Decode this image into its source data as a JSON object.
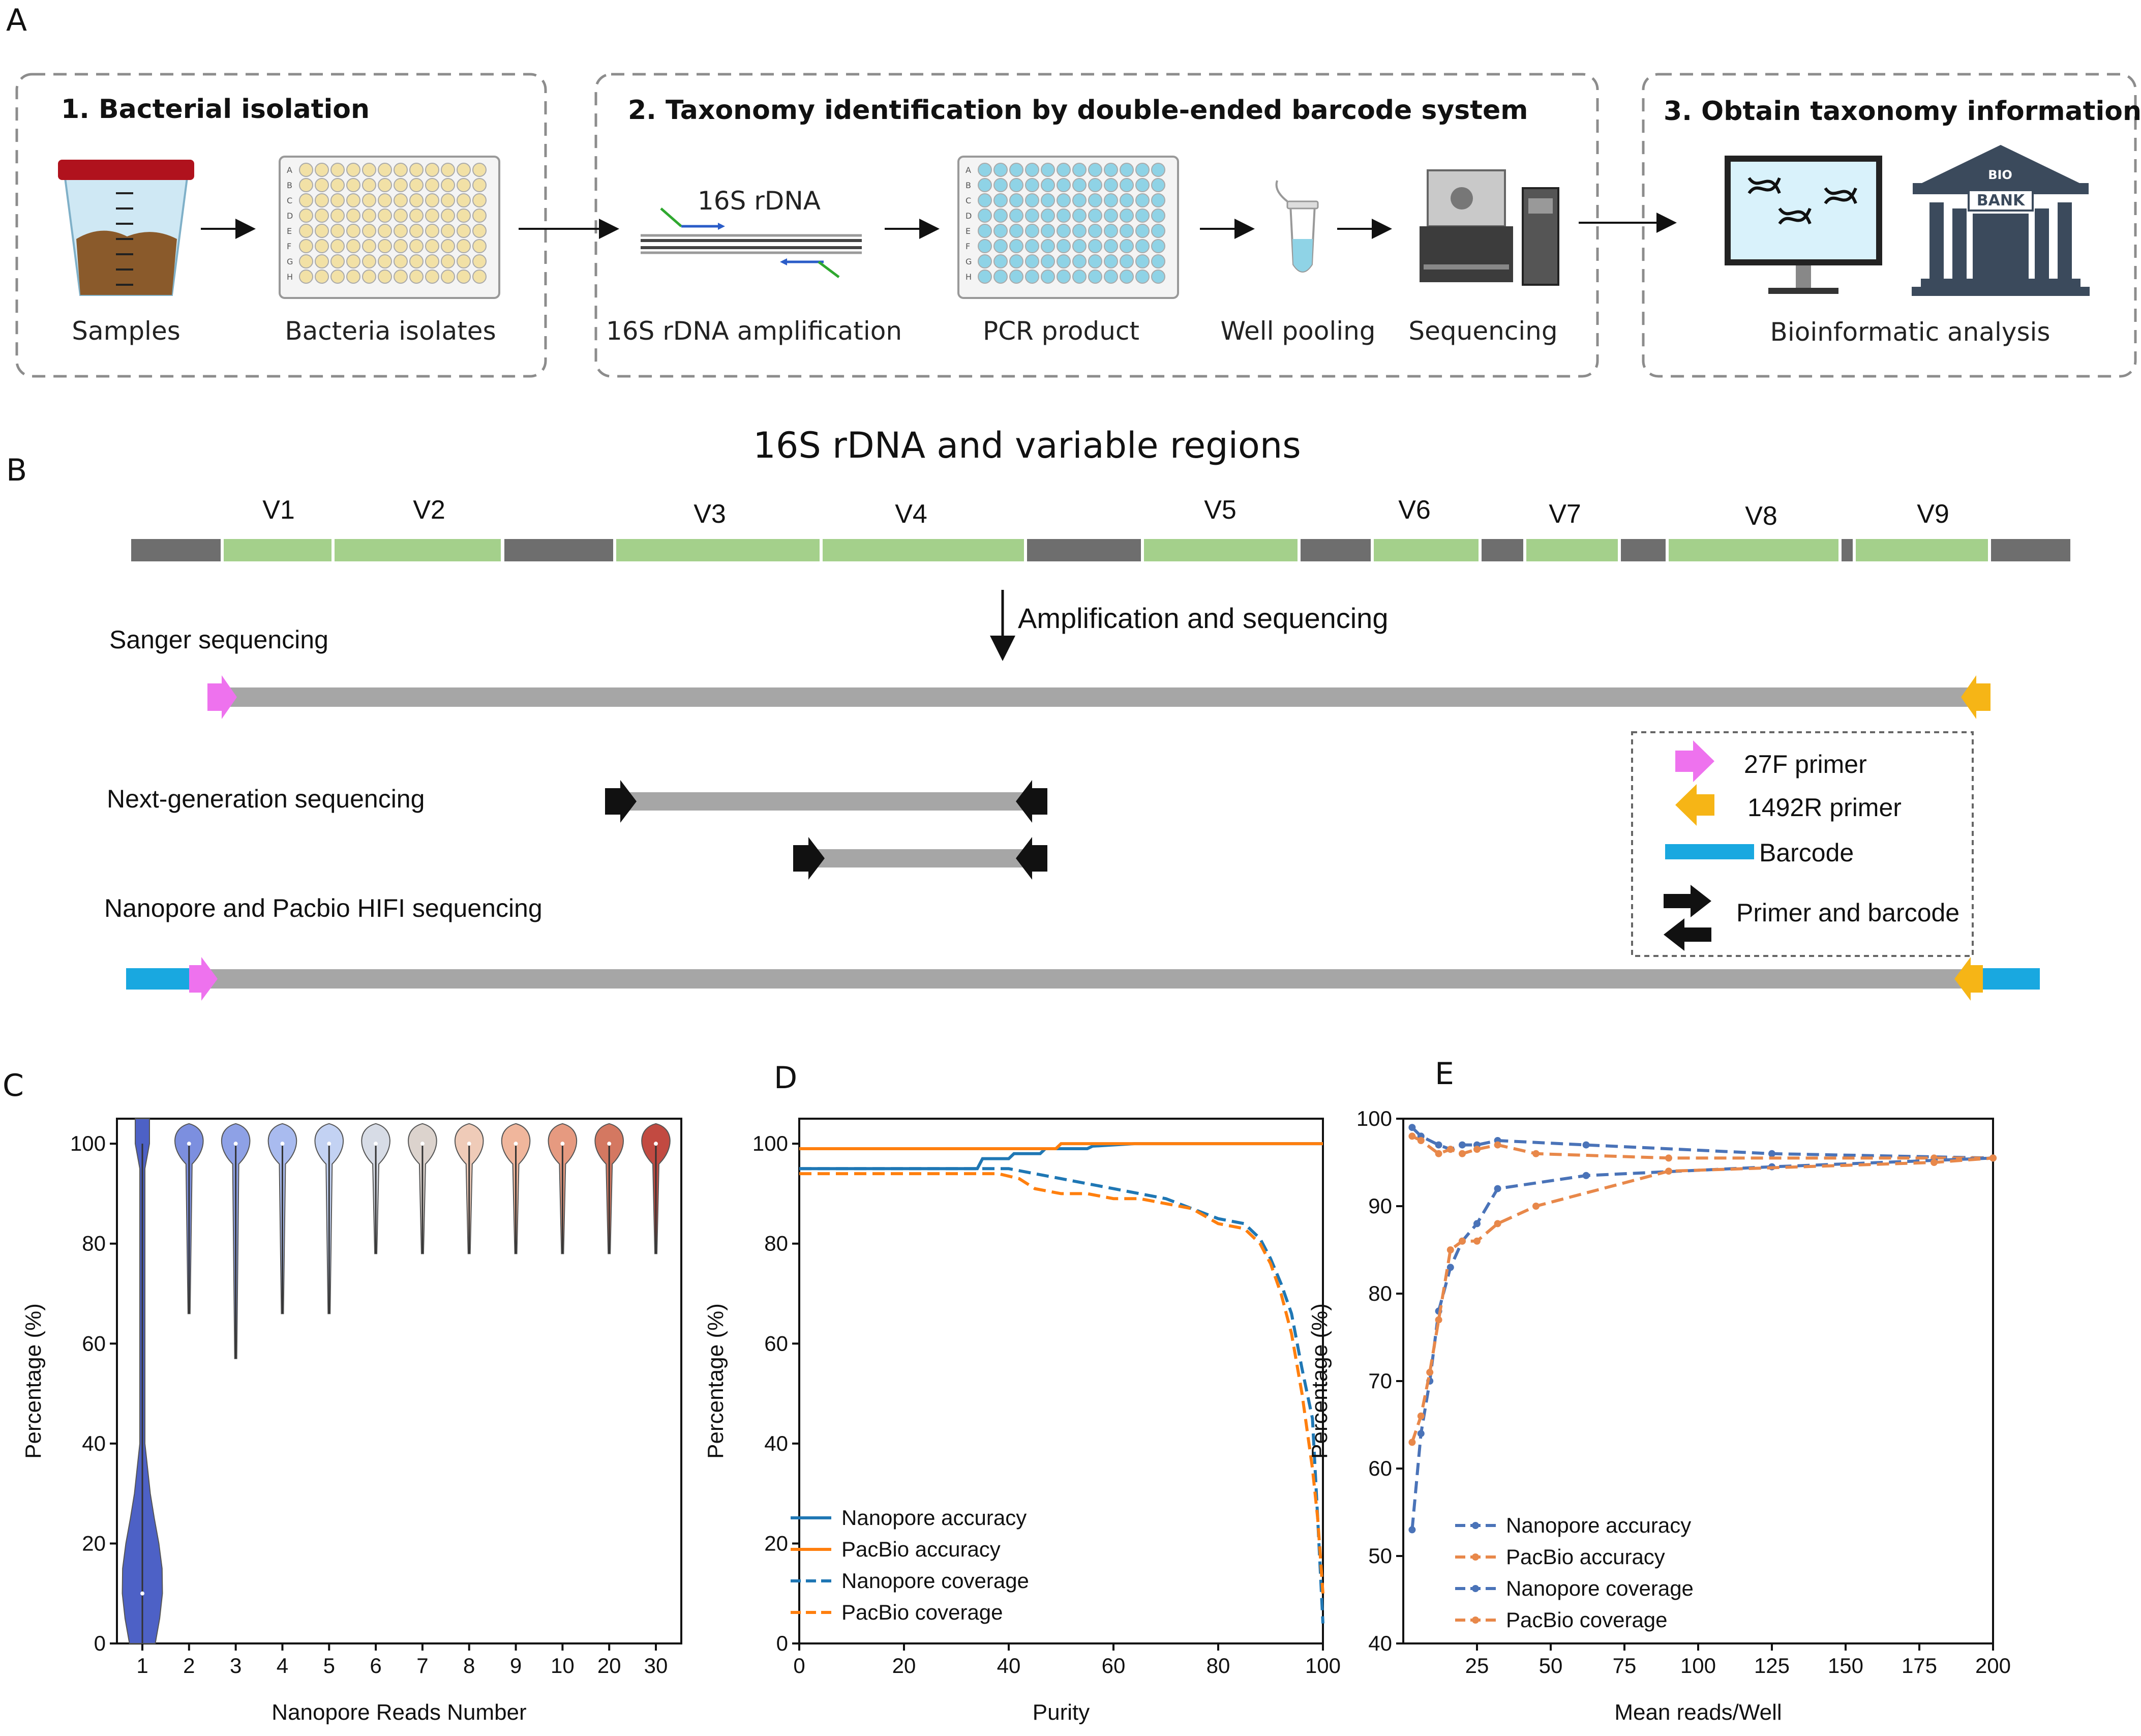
{
  "panels": {
    "a": "A",
    "b": "B",
    "c": "C",
    "d": "D",
    "e": "E"
  },
  "panel_a": {
    "steps": [
      {
        "title": "1. Bacterial isolation",
        "labels": [
          "Samples",
          "Bacteria isolates"
        ]
      },
      {
        "title": "2. Taxonomy identification by double-ended barcode system",
        "labels": [
          "16S rDNA amplification",
          "PCR product",
          "Well pooling",
          "Sequencing"
        ]
      },
      {
        "title": "3. Obtain taxonomy information",
        "labels": [
          "Bioinformatic analysis"
        ]
      }
    ],
    "amplicon_label": "16S rDNA",
    "plate_rows": [
      "A",
      "B",
      "C",
      "D",
      "E",
      "F",
      "G",
      "H"
    ],
    "bank_top": "BIO",
    "bank_sign": "BANK",
    "colors": {
      "sample_lid": "#b0121d",
      "sample_soil": "#8a5a2b",
      "isolate_well": "#f2e1a6",
      "pcr_well": "#8fd3e6",
      "monitor": "#d9f2fb"
    }
  },
  "panel_b": {
    "title": "16S rDNA and variable regions",
    "regions": [
      "V1",
      "V2",
      "V3",
      "V4",
      "V5",
      "V6",
      "V7",
      "V8",
      "V9"
    ],
    "arrow_label": "Amplification and sequencing",
    "methods": [
      "Sanger sequencing",
      "Next-generation sequencing",
      "Nanopore and Pacbio HIFI sequencing"
    ],
    "legend": [
      "27F primer",
      "1492R primer",
      "Barcode",
      "Primer and barcode"
    ],
    "colors": {
      "conserved": "#6e6e6e",
      "variable": "#a4d08b",
      "read": "#a6a6a6",
      "forward": "#ee72ee",
      "reverse": "#f6b516",
      "barcode": "#19a8e0"
    }
  },
  "chart_data": [
    {
      "type": "violin",
      "xlabel": "Nanopore Reads Number",
      "ylabel": "Percentage (%)",
      "ylim": [
        0,
        105
      ],
      "yticks": [
        0,
        20,
        40,
        60,
        80,
        100
      ],
      "categories": [
        "1",
        "2",
        "3",
        "4",
        "5",
        "6",
        "7",
        "8",
        "9",
        "10",
        "20",
        "30"
      ],
      "medians": [
        10,
        100,
        100,
        100,
        100,
        100,
        100,
        100,
        100,
        100,
        100,
        100
      ],
      "mins": [
        0,
        66,
        57,
        66,
        66,
        78,
        78,
        78,
        78,
        78,
        78,
        78
      ],
      "colors": [
        "#4d61c6",
        "#7c8fdf",
        "#8ea1e6",
        "#a9bbef",
        "#c3d2f3",
        "#d7dce6",
        "#dcd3cd",
        "#efcbb8",
        "#f0b69c",
        "#e69a80",
        "#d47861",
        "#c24a41"
      ]
    },
    {
      "type": "line",
      "xlabel": "Purity",
      "ylabel": "Percentage (%)",
      "xlim": [
        0,
        100
      ],
      "ylim": [
        0,
        105
      ],
      "xticks": [
        0,
        20,
        40,
        60,
        80,
        100
      ],
      "yticks": [
        0,
        20,
        40,
        60,
        80,
        100
      ],
      "series": [
        {
          "name": "Nanopore accuracy",
          "style": "solid",
          "color": "#1f77b4",
          "x": [
            0,
            34,
            35,
            40,
            41,
            46,
            47,
            55,
            56,
            64,
            100
          ],
          "y": [
            95,
            95,
            97,
            97,
            98,
            98,
            99,
            99,
            99.5,
            100,
            100
          ]
        },
        {
          "name": "PacBio accuracy",
          "style": "solid",
          "color": "#ff7f0e",
          "x": [
            0,
            49,
            50,
            100
          ],
          "y": [
            99,
            99,
            100,
            100
          ]
        },
        {
          "name": "Nanopore coverage",
          "style": "dashed",
          "color": "#1f77b4",
          "x": [
            0,
            40,
            45,
            50,
            55,
            60,
            65,
            70,
            75,
            80,
            85,
            88,
            90,
            92,
            94,
            96,
            98,
            99,
            100
          ],
          "y": [
            95,
            95,
            94,
            93,
            92,
            91,
            90,
            89,
            87,
            85,
            84,
            81,
            77,
            72,
            66,
            55,
            45,
            25,
            4
          ]
        },
        {
          "name": "PacBio coverage",
          "style": "dashed",
          "color": "#ff7f0e",
          "x": [
            0,
            38,
            42,
            45,
            50,
            55,
            60,
            65,
            70,
            75,
            80,
            85,
            88,
            90,
            92,
            94,
            96,
            98,
            99,
            100
          ],
          "y": [
            94,
            94,
            93,
            91,
            90,
            90,
            89,
            89,
            88,
            87,
            84,
            83,
            80,
            76,
            70,
            62,
            50,
            35,
            25,
            10
          ]
        }
      ]
    },
    {
      "type": "line",
      "xlabel": "Mean reads/Well",
      "ylabel": "Percentage (%)",
      "xlim": [
        0,
        200
      ],
      "ylim": [
        40,
        100
      ],
      "xticks": [
        25,
        50,
        75,
        100,
        125,
        150,
        175,
        200
      ],
      "yticks": [
        40,
        50,
        60,
        70,
        80,
        90,
        100
      ],
      "series": [
        {
          "name": "Nanopore accuracy",
          "style": "dashed",
          "color": "#4a73b8",
          "x": [
            3,
            6,
            12,
            16,
            20,
            25,
            32,
            62,
            125,
            200
          ],
          "y": [
            99,
            98,
            97,
            96.5,
            97,
            97,
            97.5,
            97,
            96,
            95.5
          ]
        },
        {
          "name": "PacBio accuracy",
          "style": "dashed",
          "color": "#e8884a",
          "x": [
            3,
            6,
            12,
            16,
            20,
            25,
            32,
            45,
            90,
            180,
            200
          ],
          "y": [
            98,
            97.5,
            96,
            96.5,
            96,
            96.5,
            97,
            96,
            95.5,
            95.5,
            95.5
          ]
        },
        {
          "name": "Nanopore coverage",
          "style": "dashed",
          "color": "#4a73b8",
          "x": [
            3,
            6,
            9,
            12,
            16,
            20,
            25,
            32,
            62,
            125,
            200
          ],
          "y": [
            53,
            64,
            70,
            78,
            83,
            86,
            88,
            92,
            93.5,
            94.5,
            95.5
          ]
        },
        {
          "name": "PacBio coverage",
          "style": "dashed",
          "color": "#e8884a",
          "x": [
            3,
            6,
            9,
            12,
            16,
            20,
            25,
            32,
            45,
            90,
            180,
            200
          ],
          "y": [
            63,
            66,
            71,
            77,
            85,
            86,
            86,
            88,
            90,
            94,
            95,
            95.5
          ]
        }
      ]
    }
  ]
}
